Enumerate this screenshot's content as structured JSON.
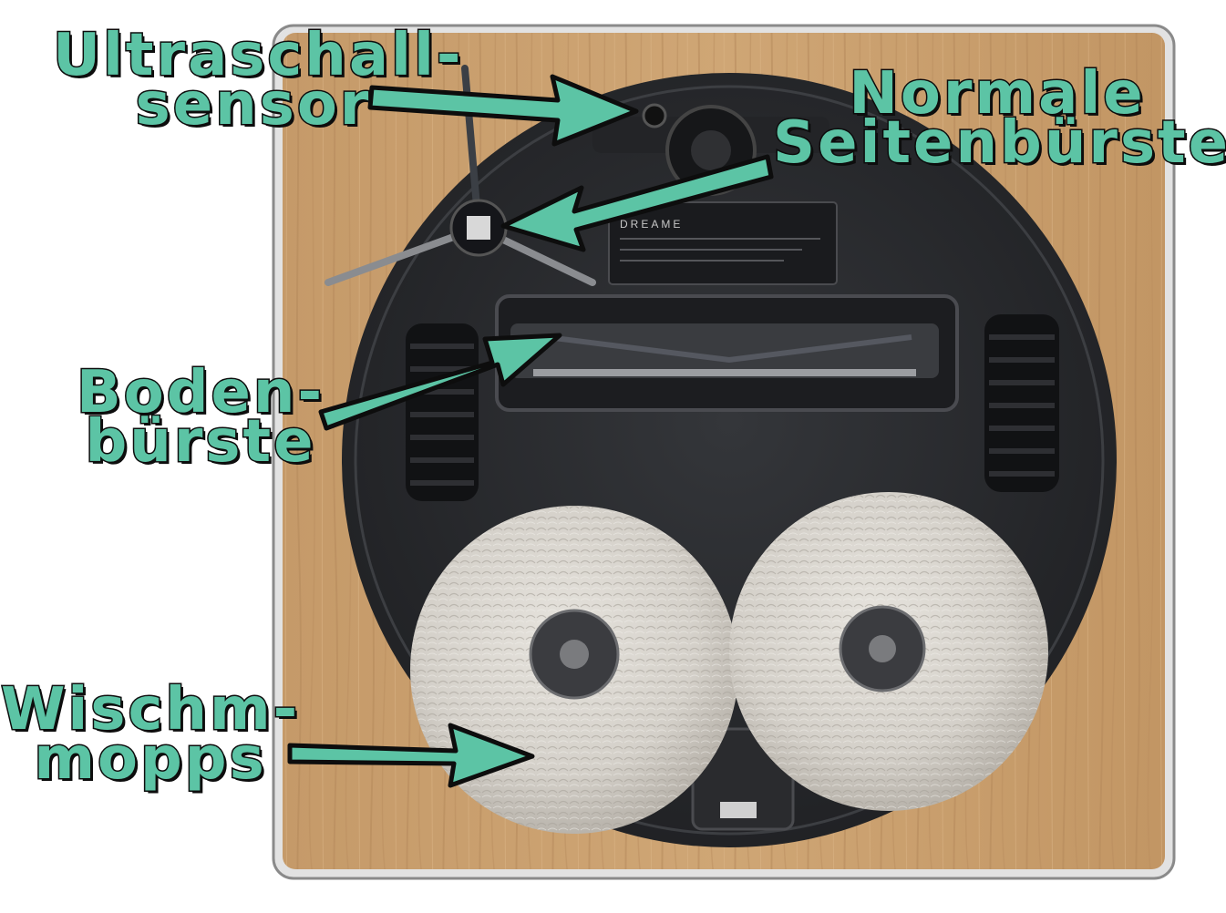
{
  "labels": {
    "ultrasonic": {
      "line1": "Ultraschall-",
      "line2": "sensor"
    },
    "side_brush": {
      "line1": "Normale",
      "line2": "Seitenbürste"
    },
    "main_brush": {
      "line1": "Boden-",
      "line2": "bürste"
    },
    "mops": {
      "line1": "Wischm-",
      "line2": "mopps"
    }
  },
  "device": {
    "brand_text": "DREAME"
  },
  "colors": {
    "label_fill": "#5cc4a5",
    "label_outline": "#0d0d0d",
    "wood": "#c9a071",
    "robot_body": "#2b2c2f",
    "mop": "#d9d6d0"
  }
}
